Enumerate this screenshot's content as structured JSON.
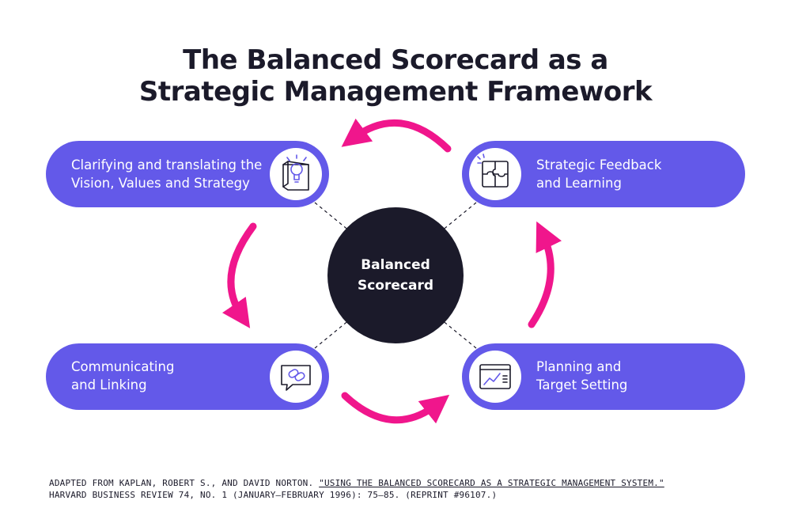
{
  "title": {
    "line1": "The Balanced Scorecard as a",
    "line2": "Strategic Management Framework"
  },
  "center": {
    "line1": "Balanced",
    "line2": "Scorecard"
  },
  "boxes": {
    "top_left": {
      "line1": "Clarifying and translating the",
      "line2": "Vision, Values and Strategy",
      "icon": "lightbulb-blueprint-icon"
    },
    "top_right": {
      "line1": "Strategic Feedback",
      "line2": "and Learning",
      "icon": "puzzle-icon"
    },
    "bottom_left": {
      "line1": "Communicating",
      "line2": "and Linking",
      "icon": "chat-link-icon"
    },
    "bottom_right": {
      "line1": "Planning and",
      "line2": "Target Setting",
      "icon": "chart-dashboard-icon"
    }
  },
  "citation": {
    "prefix": "ADAPTED FROM KAPLAN, ROBERT S., AND DAVID NORTON. ",
    "link_text": "\"USING THE BALANCED SCORECARD AS A STRATEGIC MANAGEMENT SYSTEM.\"",
    "line2": "HARVARD BUSINESS REVIEW 74, NO. 1 (JANUARY–FEBRUARY 1996): 75–85. (REPRINT #96107.)"
  },
  "colors": {
    "pill": "#6359e9",
    "center": "#1b1a2a",
    "arrow": "#f0168c",
    "text_dark": "#1b1a2a"
  }
}
